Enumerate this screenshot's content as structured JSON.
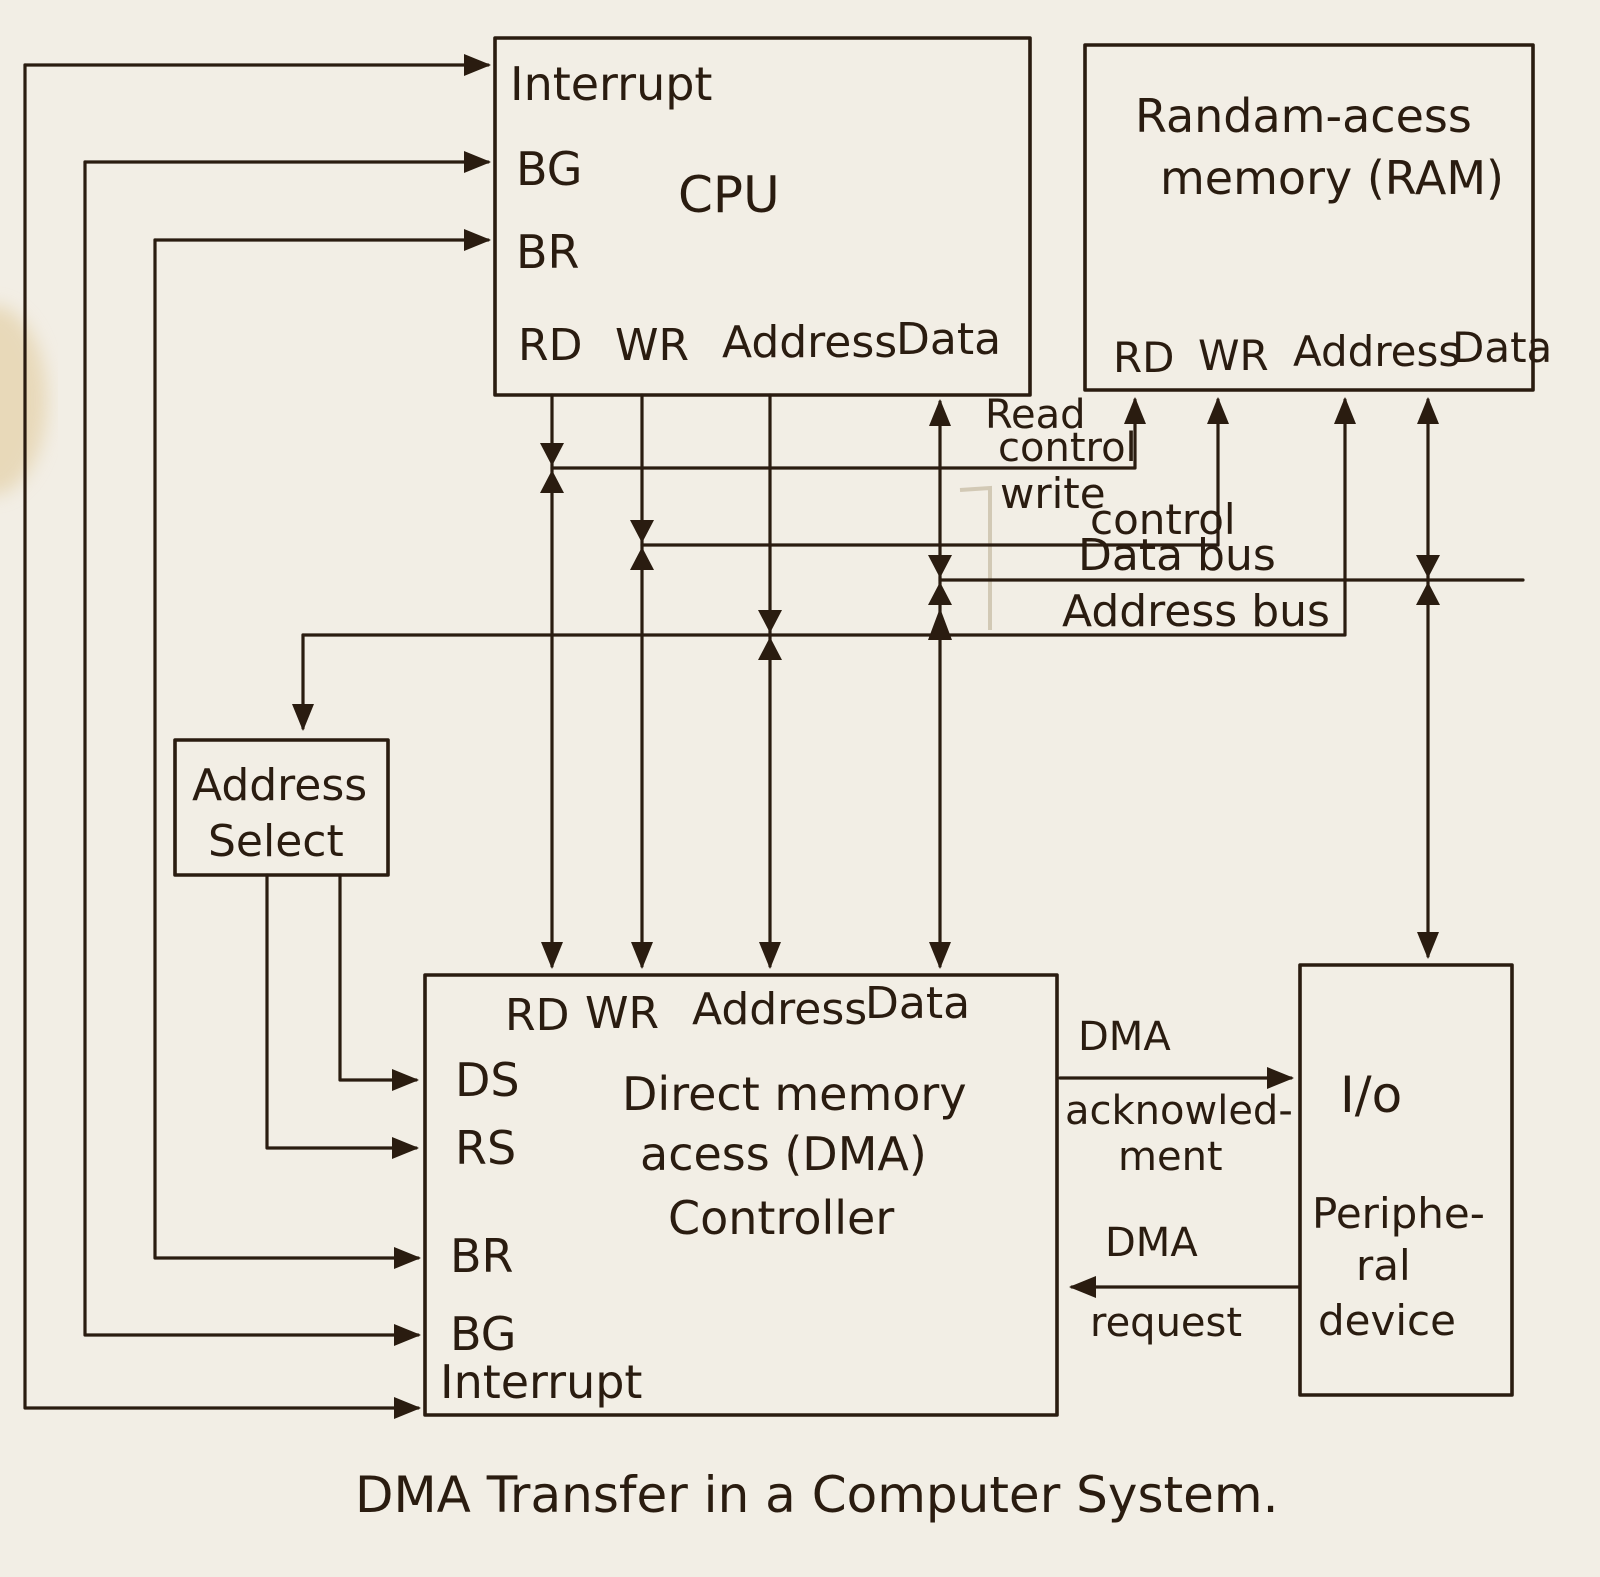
{
  "colors": {
    "ink": "#2a1c10",
    "paper": "#f2eee5"
  },
  "caption": "DMA Transfer in a Computer System.",
  "cpu": {
    "title": "CPU",
    "pin_interrupt": "Interrupt",
    "pin_bg": "BG",
    "pin_br": "BR",
    "pin_rd": "RD",
    "pin_wr": "WR",
    "pin_address": "Address",
    "pin_data": "Data"
  },
  "ram": {
    "title_line1": "Randam-acess",
    "title_line2": "memory (RAM)",
    "pin_rd": "RD",
    "pin_wr": "WR",
    "pin_address": "Address",
    "pin_data": "Data"
  },
  "dma": {
    "title_line1": "Direct memory",
    "title_line2": "acess (DMA)",
    "title_line3": "Controller",
    "pin_rd": "RD",
    "pin_wr": "WR",
    "pin_address": "Address",
    "pin_data": "Data",
    "pin_ds": "DS",
    "pin_rs": "RS",
    "pin_br": "BR",
    "pin_bg": "BG",
    "pin_interrupt": "Interrupt"
  },
  "io": {
    "line1": "I/o",
    "line2": "Periphe-",
    "line3": "ral",
    "line4": "device"
  },
  "address_select": {
    "line1": "Address",
    "line2": "Select"
  },
  "buses": {
    "read_control_line1": "Read",
    "read_control_line2": "control",
    "write_control_line1": "write",
    "write_control_line2": "control",
    "data_bus": "Data bus",
    "address_bus": "Address bus"
  },
  "signals": {
    "ack_line1": "DMA",
    "ack_line2": "acknowled-",
    "ack_line3": "ment",
    "req_line1": "DMA",
    "req_line2": "request"
  }
}
